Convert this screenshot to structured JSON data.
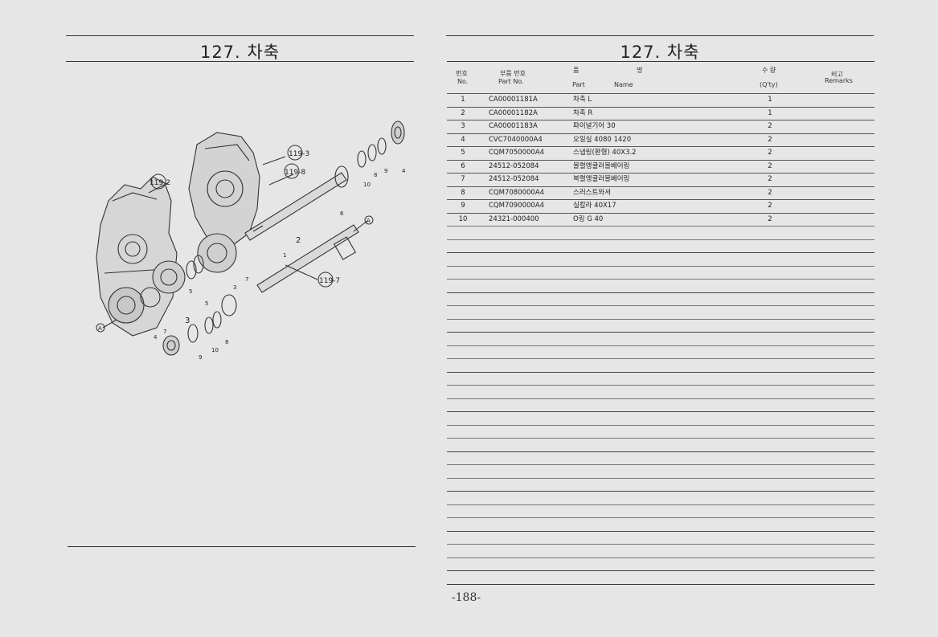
{
  "left_page": {
    "title": "127.  차축",
    "callouts": [
      "119-2",
      "119-3",
      "119-8",
      "119-7"
    ],
    "markers": [
      "A",
      "A"
    ],
    "part_labels": [
      "1",
      "2",
      "3",
      "3",
      "4",
      "4",
      "5",
      "5",
      "6",
      "7",
      "7",
      "8",
      "8",
      "9",
      "9",
      "10",
      "10"
    ]
  },
  "right_page": {
    "title": "127.  차축",
    "header": {
      "no_kr": "번호",
      "no_en": "No.",
      "part_kr": "부품 번호",
      "part_en": "Part   No.",
      "name_kr_1": "품",
      "name_kr_2": "명",
      "name_en_1": "Part",
      "name_en_2": "Name",
      "qty_kr": "수   량",
      "qty_en": "(Q'ty)",
      "remarks_kr": "비고",
      "remarks_en": "Remarks"
    },
    "rows": [
      {
        "no": "1",
        "part": "CA00001181A",
        "name": "차축 L",
        "qty": "1"
      },
      {
        "no": "2",
        "part": "CA00001182A",
        "name": "차축 R",
        "qty": "1"
      },
      {
        "no": "3",
        "part": "CA00001183A",
        "name": "파이널기어 30",
        "qty": "2"
      },
      {
        "no": "4",
        "part": "CVC7040000A4",
        "name": "오일실  4080  1420",
        "qty": "2"
      },
      {
        "no": "5",
        "part": "CQM7050000A4",
        "name": "스냅링(환형)  40X3.2",
        "qty": "2"
      },
      {
        "no": "6",
        "part": "24512-052084",
        "name": "볼렬앵귤러볼베어링",
        "qty": "2"
      },
      {
        "no": "7",
        "part": "24512-052084",
        "name": "복렬앵귤러볼베어링",
        "qty": "2"
      },
      {
        "no": "8",
        "part": "CQM7080000A4",
        "name": "스러스트와셔",
        "qty": "2"
      },
      {
        "no": "9",
        "part": "CQM7090000A4",
        "name": "실칼라  40X17",
        "qty": "2"
      },
      {
        "no": "10",
        "part": "24321-000400",
        "name": "O링  G  40",
        "qty": "2"
      }
    ]
  },
  "page_number": "-188-"
}
